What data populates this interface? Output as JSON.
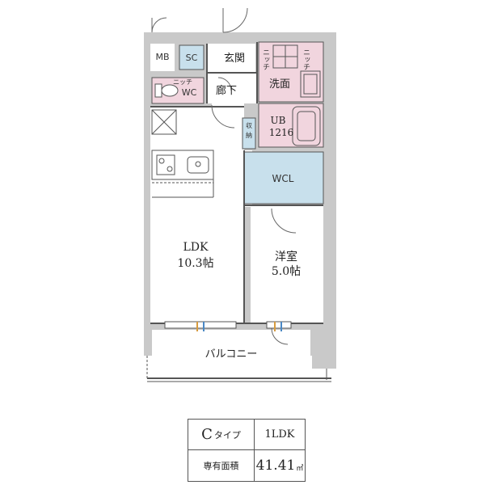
{
  "rooms": {
    "mb": "MB",
    "sc": "SC",
    "entrance": "玄関",
    "niche_1": "ニッチ",
    "niche_2": "ニッチ",
    "niche_wc": "ニッチ",
    "washroom": "洗面",
    "wc": "WC",
    "hallway": "廊下",
    "ub": "UB",
    "ub_size": "1216",
    "storage_1": "収",
    "storage_2": "納",
    "wcl": "WCL",
    "ldk": "LDK",
    "ldk_size": "10.3帖",
    "western": "洋室",
    "western_size": "5.0帖",
    "balcony": "バルコニー"
  },
  "info": {
    "type_main": "C",
    "type_sub": "タイプ",
    "layout": "1LDK",
    "area_label": "専有面積",
    "area_value": "41.41",
    "area_unit": "㎡"
  },
  "colors": {
    "wall": "#c9c9c9",
    "blue_room": "#c8e0ec",
    "pink_room": "#f1d5de",
    "line": "#555555"
  }
}
